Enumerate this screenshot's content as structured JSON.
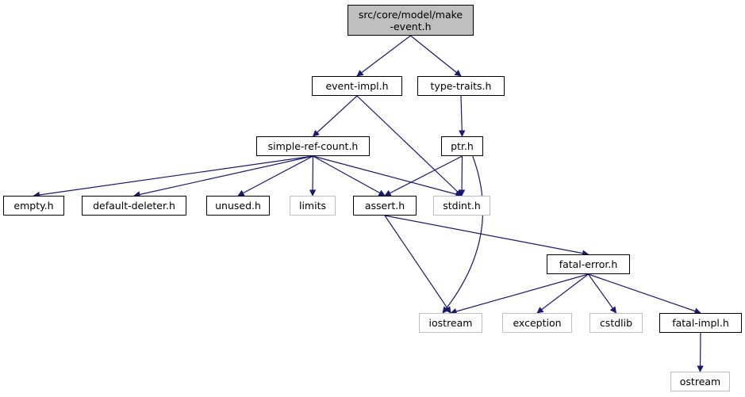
{
  "colors": {
    "edge": "#191970",
    "root_fill": "#bfbfbf",
    "local_border": "#000000",
    "system_border": "#bfbfbf"
  },
  "nodes": {
    "root": {
      "line1": "src/core/model/make",
      "line2": "-event.h"
    },
    "event_impl": "event-impl.h",
    "type_traits": "type-traits.h",
    "simple_ref_count": "simple-ref-count.h",
    "ptr": "ptr.h",
    "empty": "empty.h",
    "default_deleter": "default-deleter.h",
    "unused": "unused.h",
    "limits": "limits",
    "assert": "assert.h",
    "stdint": "stdint.h",
    "fatal_error": "fatal-error.h",
    "iostream": "iostream",
    "exception": "exception",
    "cstdlib": "cstdlib",
    "fatal_impl": "fatal-impl.h",
    "ostream": "ostream"
  },
  "edges": [
    [
      "root",
      "event_impl"
    ],
    [
      "root",
      "type_traits"
    ],
    [
      "event_impl",
      "simple_ref_count"
    ],
    [
      "event_impl",
      "stdint"
    ],
    [
      "type_traits",
      "ptr"
    ],
    [
      "simple_ref_count",
      "empty"
    ],
    [
      "simple_ref_count",
      "default_deleter"
    ],
    [
      "simple_ref_count",
      "unused"
    ],
    [
      "simple_ref_count",
      "limits"
    ],
    [
      "simple_ref_count",
      "assert"
    ],
    [
      "simple_ref_count",
      "stdint"
    ],
    [
      "ptr",
      "assert"
    ],
    [
      "ptr",
      "stdint"
    ],
    [
      "ptr",
      "iostream"
    ],
    [
      "assert",
      "fatal_error"
    ],
    [
      "assert",
      "iostream"
    ],
    [
      "fatal_error",
      "iostream"
    ],
    [
      "fatal_error",
      "exception"
    ],
    [
      "fatal_error",
      "cstdlib"
    ],
    [
      "fatal_error",
      "fatal_impl"
    ],
    [
      "fatal_impl",
      "ostream"
    ]
  ]
}
